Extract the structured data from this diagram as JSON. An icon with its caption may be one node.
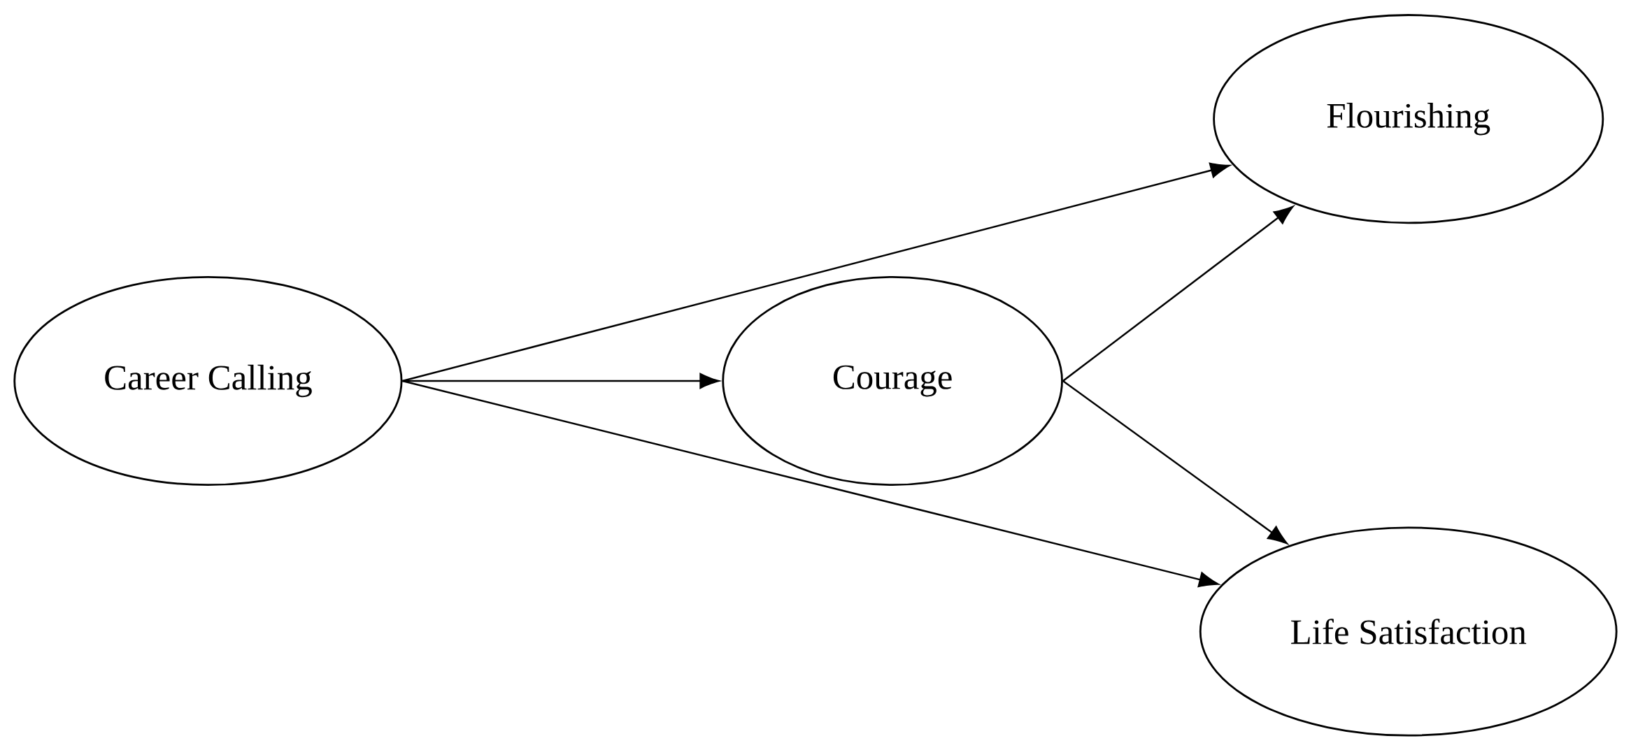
{
  "diagram": {
    "nodes": [
      {
        "text": [
          "Career Calling"
        ]
      },
      {
        "text": [
          "Courage"
        ]
      },
      {
        "text": [
          "Flourishing"
        ]
      },
      {
        "text": [
          "Life Satisfaction"
        ]
      }
    ],
    "edges": [
      {
        "from": 0,
        "to": 2,
        "arrow": "to"
      },
      {
        "from": 0,
        "to": 1,
        "arrow": "to"
      },
      {
        "from": 0,
        "to": 3,
        "arrow": "to"
      },
      {
        "from": 1,
        "to": 2,
        "arrow": "to"
      },
      {
        "from": 1,
        "to": 3,
        "arrow": "to"
      }
    ]
  }
}
